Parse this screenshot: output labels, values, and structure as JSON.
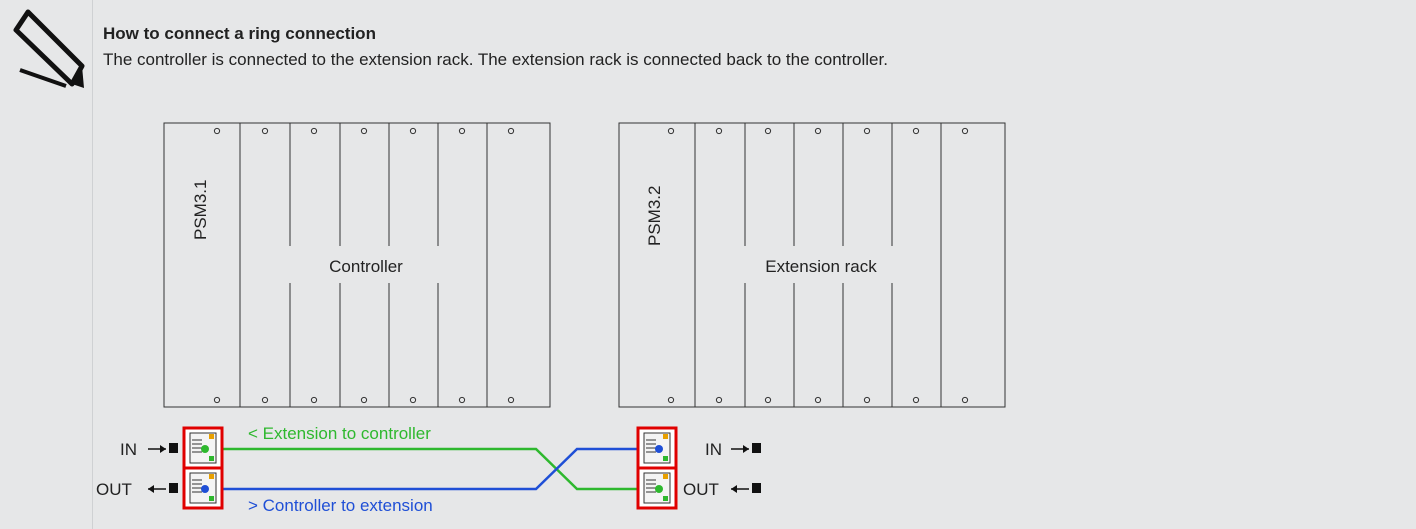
{
  "note": {
    "icon": "pencil-icon",
    "title": "How to connect a ring connection",
    "description": "The controller is connected to the extension rack. The extension rack is connected back to the controller."
  },
  "diagram": {
    "controller_psm": "PSM3.1",
    "controller_label": "Controller",
    "extension_psm": "PSM3.2",
    "extension_label": "Extension rack",
    "port_in": "IN",
    "port_out": "OUT",
    "cable_extension_to_controller": "< Extension to controller",
    "cable_controller_to_extension": "> Controller to extension",
    "colors": {
      "cable_green": "#2eb82e",
      "cable_blue": "#1f4fd6",
      "port_red": "#e00000",
      "background": "#e6e7e8"
    }
  }
}
